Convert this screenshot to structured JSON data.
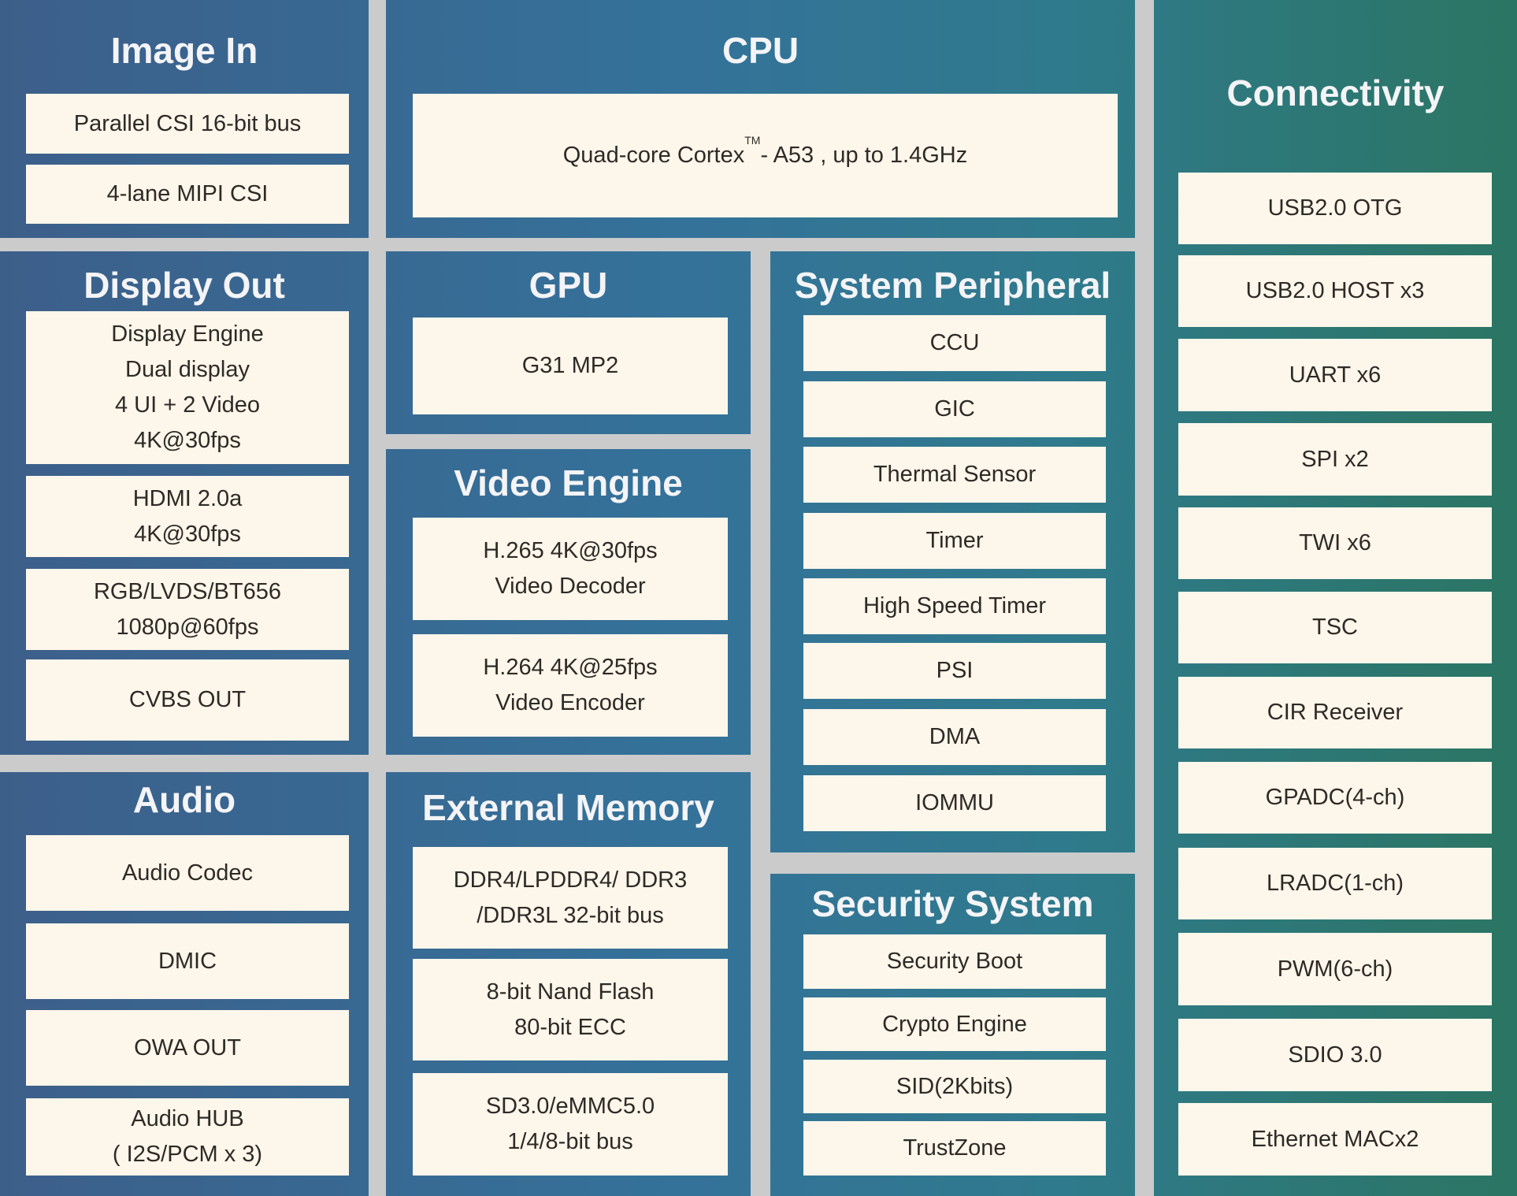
{
  "colors": {
    "background": "#cbcbcb",
    "panel_left": "#3c5f8a",
    "panel_mid": "#34729a",
    "panel_right": "#2b7563",
    "box_fill": "#fdf6ea",
    "box_text": "#2e2a26",
    "title_text": "#f4f4f6"
  },
  "panels": {
    "image_in": {
      "title": "Image In",
      "items": [
        "Parallel CSI 16-bit bus",
        "4-lane MIPI CSI"
      ]
    },
    "cpu": {
      "title": "CPU",
      "items": [],
      "core_text_before": "Quad-core Cortex",
      "core_text_sup": "TM",
      "core_text_after": "- A53 , up to 1.4GHz"
    },
    "connectivity": {
      "title": "Connectivity",
      "items": [
        "USB2.0 OTG",
        "USB2.0 HOST x3",
        "UART x6",
        "SPI x2",
        "TWI x6",
        "TSC",
        "CIR Receiver",
        "GPADC(4-ch)",
        "LRADC(1-ch)",
        "PWM(6-ch)",
        "SDIO 3.0",
        "Ethernet MACx2"
      ]
    },
    "display_out": {
      "title": "Display Out",
      "items": [
        "Display Engine\nDual display\n4 UI  + 2 Video\n4K@30fps",
        "HDMI 2.0a\n4K@30fps",
        "RGB/LVDS/BT656\n1080p@60fps",
        "CVBS OUT"
      ]
    },
    "gpu": {
      "title": "GPU",
      "items": [
        "G31 MP2"
      ]
    },
    "video_engine": {
      "title": "Video Engine",
      "items": [
        "H.265 4K@30fps\nVideo Decoder",
        "H.264 4K@25fps\nVideo Encoder"
      ]
    },
    "system_peripheral": {
      "title": "System Peripheral",
      "items": [
        "CCU",
        "GIC",
        "Thermal Sensor",
        "Timer",
        "High Speed Timer",
        "PSI",
        "DMA",
        "IOMMU"
      ]
    },
    "audio": {
      "title": "Audio",
      "items": [
        "Audio Codec",
        "DMIC",
        "OWA OUT",
        "Audio HUB\n( I2S/PCM x 3)"
      ]
    },
    "external_memory": {
      "title": "External Memory",
      "items": [
        "DDR4/LPDDR4/ DDR3\n/DDR3L 32-bit bus",
        "8-bit Nand Flash\n80-bit ECC",
        "SD3.0/eMMC5.0\n1/4/8-bit bus"
      ]
    },
    "security_system": {
      "title": "Security System",
      "items": [
        "Security Boot",
        "Crypto Engine",
        "SID(2Kbits)",
        "TrustZone"
      ]
    }
  }
}
